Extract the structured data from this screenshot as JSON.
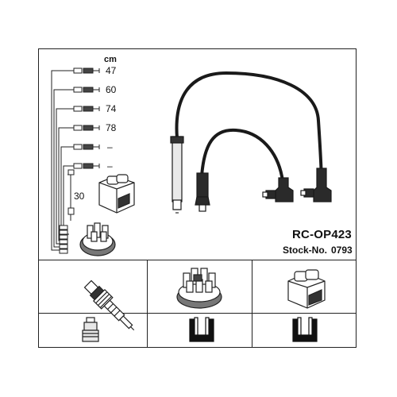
{
  "length_unit": "cm",
  "lengths": [
    "47",
    "60",
    "74",
    "78",
    "–",
    "–"
  ],
  "short_lead_length": "30",
  "product": {
    "code": "RC-OP423",
    "stock_label": "Stock-No.",
    "stock_number": "0793"
  },
  "icons": {
    "row1": [
      "spark-plug-icon",
      "distributor-cap-icon",
      "ignition-coil-icon"
    ],
    "row2": [
      "plug-connector-straight-icon",
      "connector-end-a-icon",
      "connector-end-b-icon"
    ]
  }
}
